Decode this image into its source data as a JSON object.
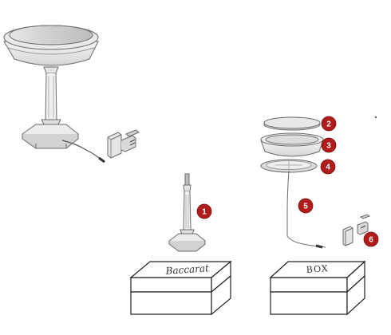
{
  "diagram": {
    "callouts": [
      {
        "label": "1"
      },
      {
        "label": "2"
      },
      {
        "label": "3"
      },
      {
        "label": "4"
      },
      {
        "label": "5"
      },
      {
        "label": "6"
      }
    ],
    "box_left_logo": "Baccarat",
    "box_right_logo": "BOX",
    "colors": {
      "callout": "#b01c1c",
      "line": "#6b6b6b",
      "shade_light": "#f2f2f2",
      "shade_mid": "#d9d9d9",
      "shade_dark": "#a8a8a8"
    }
  }
}
